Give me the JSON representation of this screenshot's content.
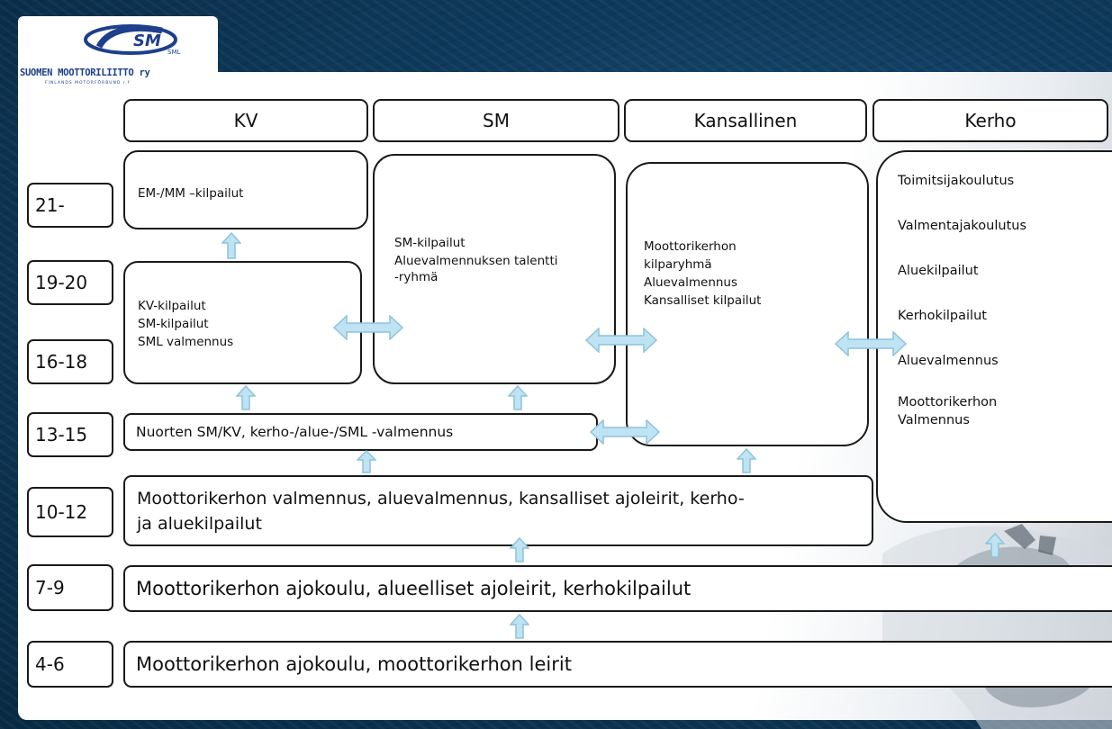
{
  "logo": {
    "org_name": "SUOMEN MOOTTORILIITTO ry",
    "org_sub": "FINLANDS MOTORFÖRBUND r.f",
    "mark": "SML"
  },
  "headers": [
    "KV",
    "SM",
    "Kansallinen",
    "Kerho"
  ],
  "ages": [
    "21-",
    "19-20",
    "16-18",
    "13-15",
    "10-12",
    "7-9",
    "4-6"
  ],
  "kv": {
    "top": "EM-/MM –kilpailut",
    "lines": [
      "KV-kilpailut",
      "SM-kilpailut",
      "SML valmennus"
    ]
  },
  "sm": {
    "lines": [
      "SM-kilpailut",
      "Aluevalmennuksen talentti",
      "-ryhmä"
    ]
  },
  "kansallinen": {
    "lines": [
      "Moottorikerhon",
      "kilparyhmä",
      "Aluevalmennus",
      "Kansalliset kilpailut"
    ]
  },
  "kerho": {
    "lines": [
      "Toimitsijakoulutus",
      "Valmentajakoulutus",
      "Aluekilpailut",
      "Kerhokilpailut",
      "Aluevalmennus",
      "Moottorikerhon",
      "Valmennus"
    ]
  },
  "rows": {
    "r13_15": "Nuorten SM/KV, kerho-/alue-/SML -valmennus",
    "r10_12_a": "Moottorikerhon valmennus, aluevalmennus, kansalliset ajoleirit, kerho-",
    "r10_12_b": "ja aluekilpailut",
    "r7_9": "Moottorikerhon ajokoulu, alueelliset ajoleirit, kerhokilpailut",
    "r4_6": "Moottorikerhon ajokoulu, moottorikerhon leirit"
  },
  "colors": {
    "arrow_fill": "#bfe3f3",
    "arrow_stroke": "#8cc3dc",
    "background": "#0f3a5c",
    "logo_blue": "#1d3f8c"
  }
}
